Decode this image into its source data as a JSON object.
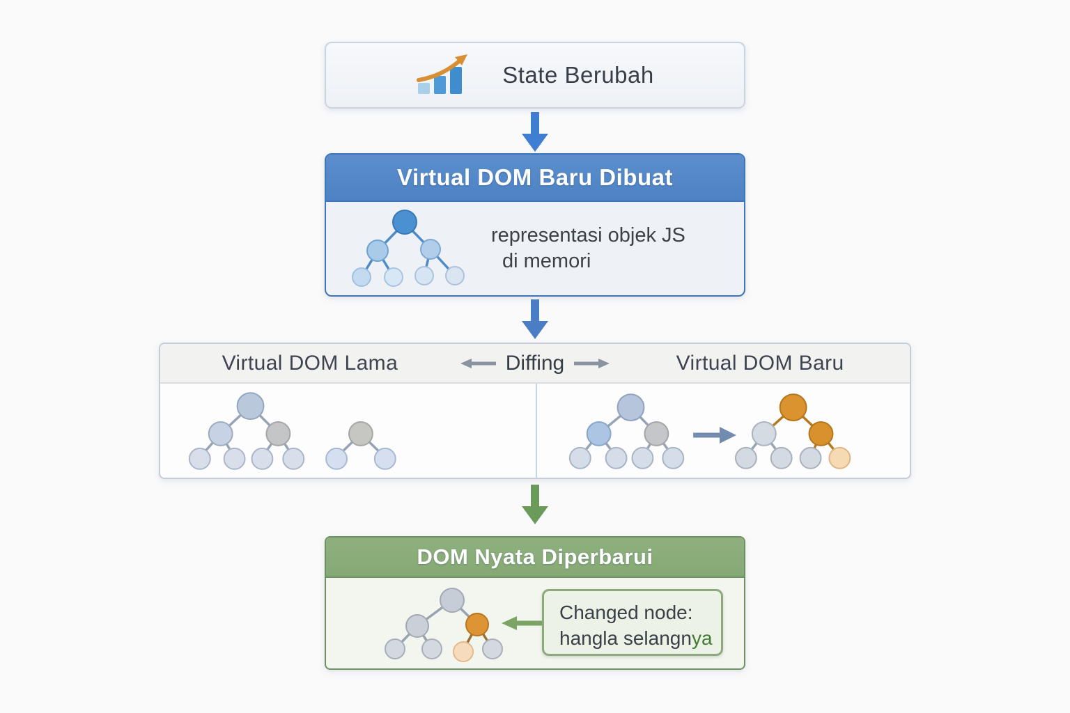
{
  "colors": {
    "background": "#fafafb",
    "accent_blue_header": "#4d82c4",
    "accent_green_header": "#85a974",
    "arrow_blue": "#3f7ed0",
    "arrow_blue2": "#4a7dc4",
    "arrow_green": "#6b9a5a",
    "changed_orange": "#d9922f",
    "changed_peach": "#f6dab4",
    "callout_green_text": "#447a35",
    "text_dark": "#3a4049"
  },
  "icons": [
    "bar-chart-trend-icon",
    "vdom-tree-icon",
    "old-vdom-trees-icon",
    "new-vdom-diff-trees-icon",
    "real-dom-tree-icon",
    "arrow-down-icon",
    "arrow-left-icon",
    "arrow-right-icon"
  ],
  "state_box": {
    "title": "State Berubah"
  },
  "vdom_new_box": {
    "title": "Virtual DOM Baru Dibuat",
    "desc_line1": "representasi objek JS",
    "desc_line2": "di memori"
  },
  "diff_box": {
    "left_title": "Virtual DOM Lama",
    "center_label": "Diffing",
    "right_title": "Virtual DOM Baru"
  },
  "real_dom_box": {
    "title": "DOM Nyata Diperbarui",
    "callout_line1": "Changed node:",
    "callout_line2_main": "hangla selangn",
    "callout_line2_accent": "ya"
  }
}
